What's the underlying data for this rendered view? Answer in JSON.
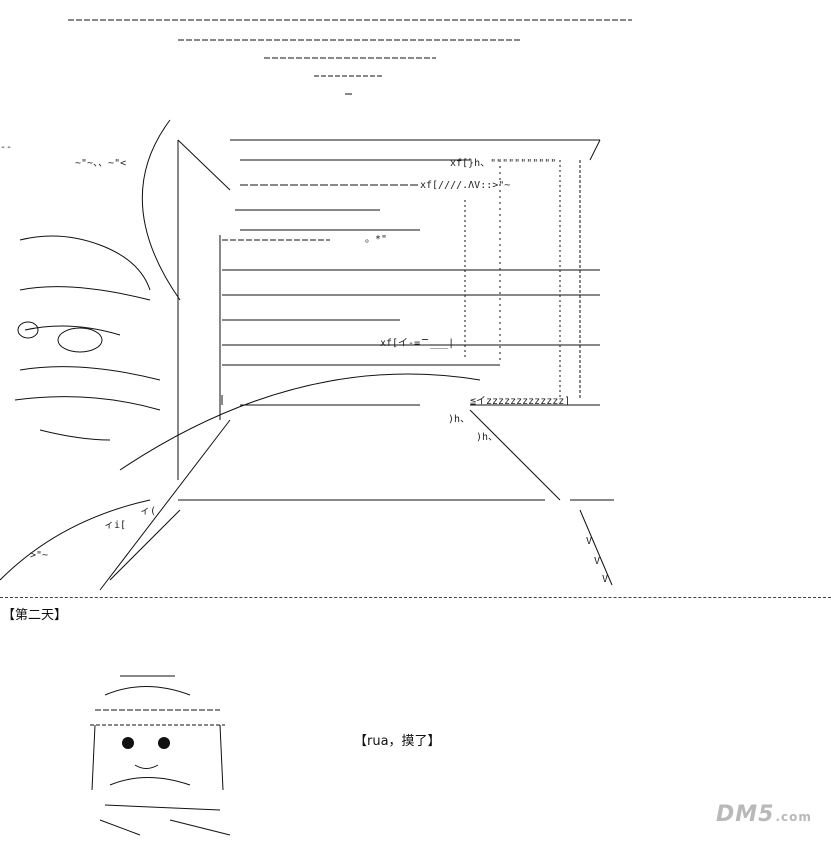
{
  "day_label": "【第二天】",
  "caption": "【rua，摸了】",
  "logo": {
    "text": "DM5",
    "suffix": ".com",
    "color": "#b9b9b9"
  }
}
